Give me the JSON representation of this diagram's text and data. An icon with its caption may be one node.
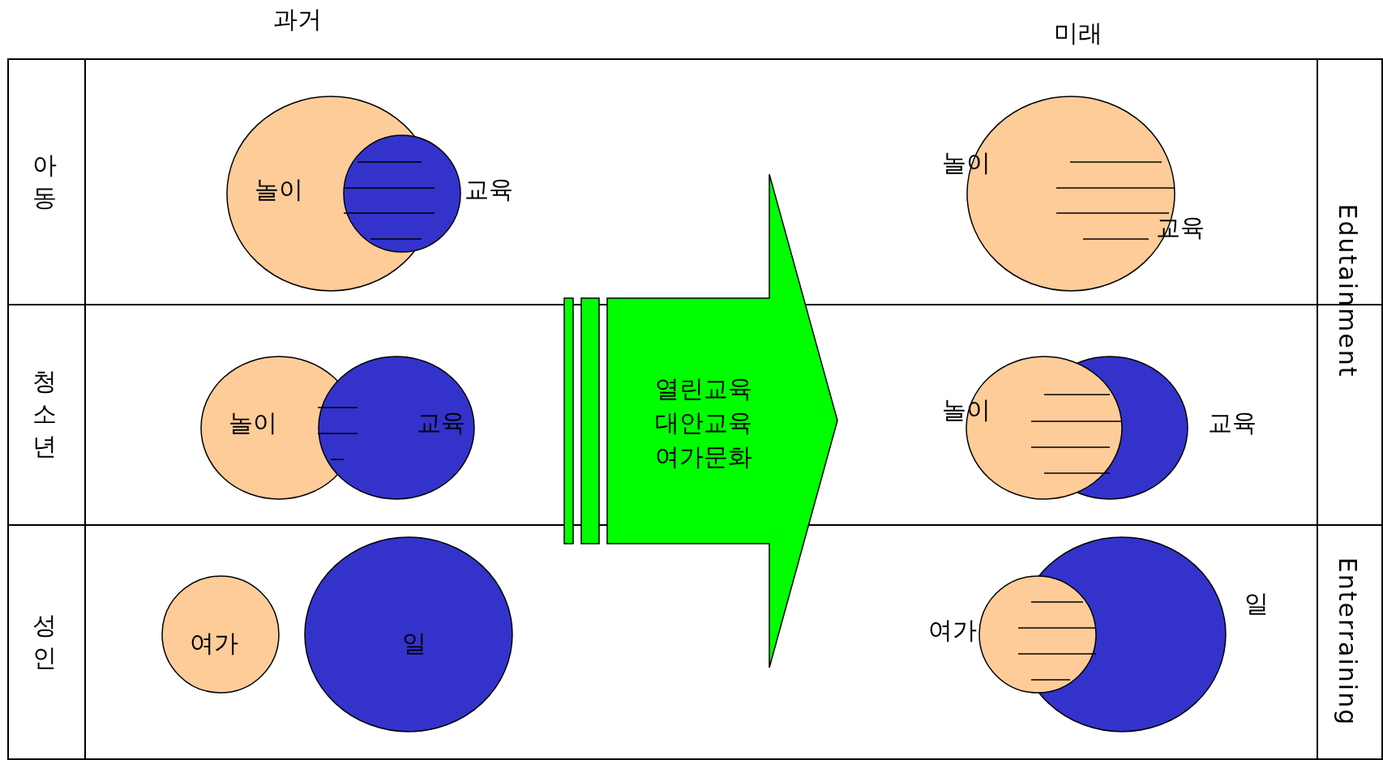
{
  "diagram": {
    "nodes": [
      {
        "text": [
          "놀이"
        ]
      },
      {
        "text": [
          "교육"
        ]
      },
      {
        "text": [
          "놀이"
        ]
      },
      {
        "text": [
          "교육"
        ]
      },
      {
        "text": [
          "여가"
        ]
      },
      {
        "text": [
          "일"
        ]
      },
      {
        "text": [
          "열린교육 대안교육 여가문화"
        ]
      },
      {
        "text": [
          "놀이"
        ]
      },
      {
        "text": [
          "교육"
        ]
      },
      {
        "text": [
          "놀이"
        ]
      },
      {
        "text": [
          "여가"
        ]
      },
      {
        "text": [
          "일"
        ]
      }
    ],
    "labels": [
      "과거",
      "미래",
      "아동",
      "Edutainment",
      "교육",
      "청소년",
      "성인",
      "Enterraining"
    ]
  }
}
